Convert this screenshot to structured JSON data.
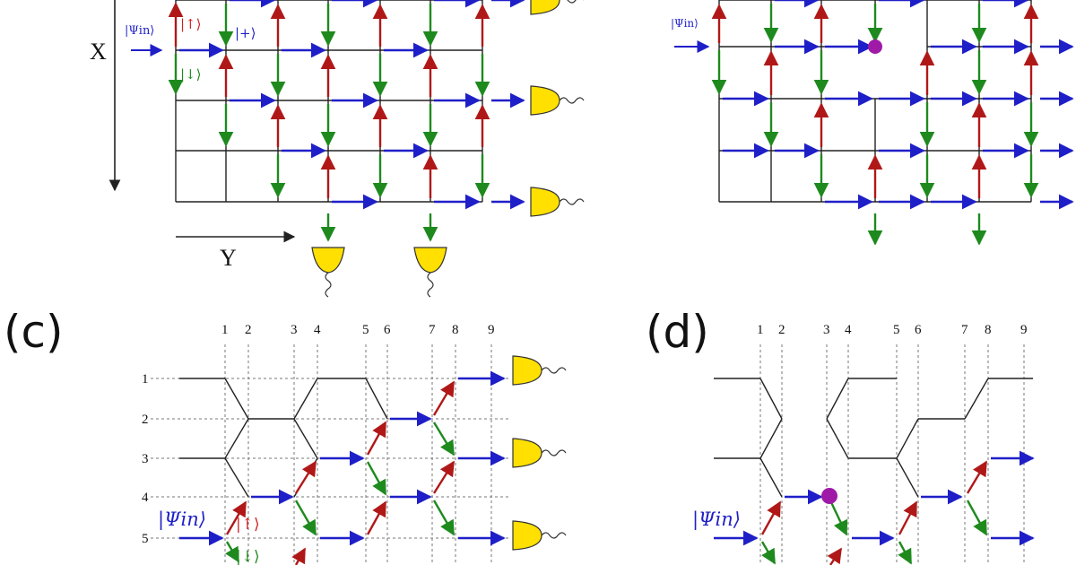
{
  "colors": {
    "blue": "#1f1fc8",
    "red": "#b01818",
    "green": "#1e8a1e",
    "detector": "#ffe000",
    "defect": "#a01aa8",
    "line": "#222222",
    "dash": "#777777"
  },
  "panels": {
    "a": {
      "axis_x": "X",
      "axis_y": "Y",
      "psi_in": "|Ψin⟩",
      "up": "|↑⟩",
      "down": "|↓⟩",
      "plus": "|+⟩"
    },
    "b": {
      "psi_in": "|Ψin⟩"
    },
    "c": {
      "letter": "(c)",
      "col_numbers": [
        "1",
        "2",
        "3",
        "4",
        "5",
        "6",
        "7",
        "8",
        "9"
      ],
      "row_numbers": [
        "1",
        "2",
        "3",
        "4",
        "5"
      ],
      "psi_in": "|Ψin⟩",
      "up": "|↑⟩",
      "down": "|↓⟩"
    },
    "d": {
      "letter": "(d)",
      "col_numbers": [
        "1",
        "2",
        "3",
        "4",
        "5",
        "6",
        "7",
        "8",
        "9"
      ],
      "psi_in": "|Ψin⟩"
    }
  },
  "icons": [
    "detector-icon",
    "defect-marker-icon"
  ]
}
